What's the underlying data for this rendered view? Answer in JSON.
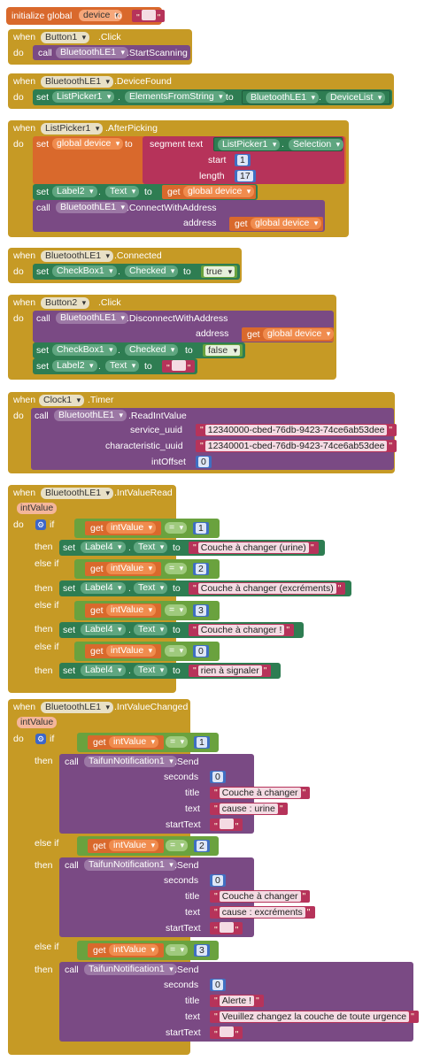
{
  "kw": {
    "initialize_global": "initialize global",
    "to": "to",
    "when": "when",
    "do": "do",
    "call": "call",
    "set": "set",
    "get": "get",
    "if": "if",
    "then": "then",
    "else_if": "else if",
    "segment_text": "segment  text",
    "start": "start",
    "length": "length",
    "address": "address",
    "service_uuid": "service_uuid",
    "characteristic_uuid": "characteristic_uuid",
    "intOffset": "intOffset",
    "seconds": "seconds",
    "title": "title",
    "text": "text",
    "startText": "startText",
    "eq": "=",
    "dot": ".",
    "q": "\""
  },
  "global_var": "device",
  "b2": {
    "comp": "Button1",
    "event": ".Click",
    "method_comp": "BluetoothLE1",
    "method": ".StartScanning"
  },
  "b3": {
    "comp": "BluetoothLE1",
    "event": ".DeviceFound",
    "set_comp": "ListPicker1",
    "set_prop": "ElementsFromString",
    "get_comp": "BluetoothLE1",
    "get_prop": "DeviceList"
  },
  "b4": {
    "comp": "ListPicker1",
    "event": ".AfterPicking",
    "set_var": "global device",
    "text_comp": "ListPicker1",
    "text_prop": "Selection",
    "start": "1",
    "length": "17",
    "lbl_comp": "Label2",
    "lbl_prop": "Text",
    "get_var": "global device",
    "call_comp": "BluetoothLE1",
    "call_method": ".ConnectWithAddress",
    "addr_var": "global device"
  },
  "b5": {
    "comp": "BluetoothLE1",
    "event": ".Connected",
    "set_comp": "CheckBox1",
    "set_prop": "Checked",
    "value": "true"
  },
  "b6": {
    "comp": "Button2",
    "event": ".Click",
    "call_comp": "BluetoothLE1",
    "call_method": ".DisconnectWithAddress",
    "addr_var": "global device",
    "cb_comp": "CheckBox1",
    "cb_prop": "Checked",
    "cb_value": "false",
    "lbl_comp": "Label2",
    "lbl_prop": "Text"
  },
  "b7": {
    "comp": "Clock1",
    "event": ".Timer",
    "call_comp": "BluetoothLE1",
    "call_method": ".ReadIntValue",
    "service_uuid": "12340000-cbed-76db-9423-74ce6ab53dee",
    "char_uuid": "12340001-cbed-76db-9423-74ce6ab53dee",
    "offset": "0"
  },
  "b8": {
    "comp": "BluetoothLE1",
    "event": ".IntValueRead",
    "param": "intValue",
    "get_var": "intValue",
    "set_comp": "Label4",
    "set_prop": "Text",
    "values": [
      "1",
      "2",
      "3",
      "0"
    ],
    "texts": [
      "Couche à changer (urine)",
      "Couche à changer (excréments)",
      "Couche à changer !",
      "rien à signaler"
    ]
  },
  "b9": {
    "comp": "BluetoothLE1",
    "event": ".IntValueChanged",
    "param": "intValue",
    "get_var": "intValue",
    "call_comp": "TaifunNotification1",
    "call_method": ".Send",
    "values": [
      "1",
      "2",
      "3"
    ],
    "seconds": [
      "0",
      "0",
      "0"
    ],
    "titles": [
      "Couche à changer",
      "Couche à changer",
      "Alerte !"
    ],
    "texts": [
      "cause : urine",
      "cause : excréments",
      "Veuillez changez la couche de toute urgence"
    ]
  }
}
